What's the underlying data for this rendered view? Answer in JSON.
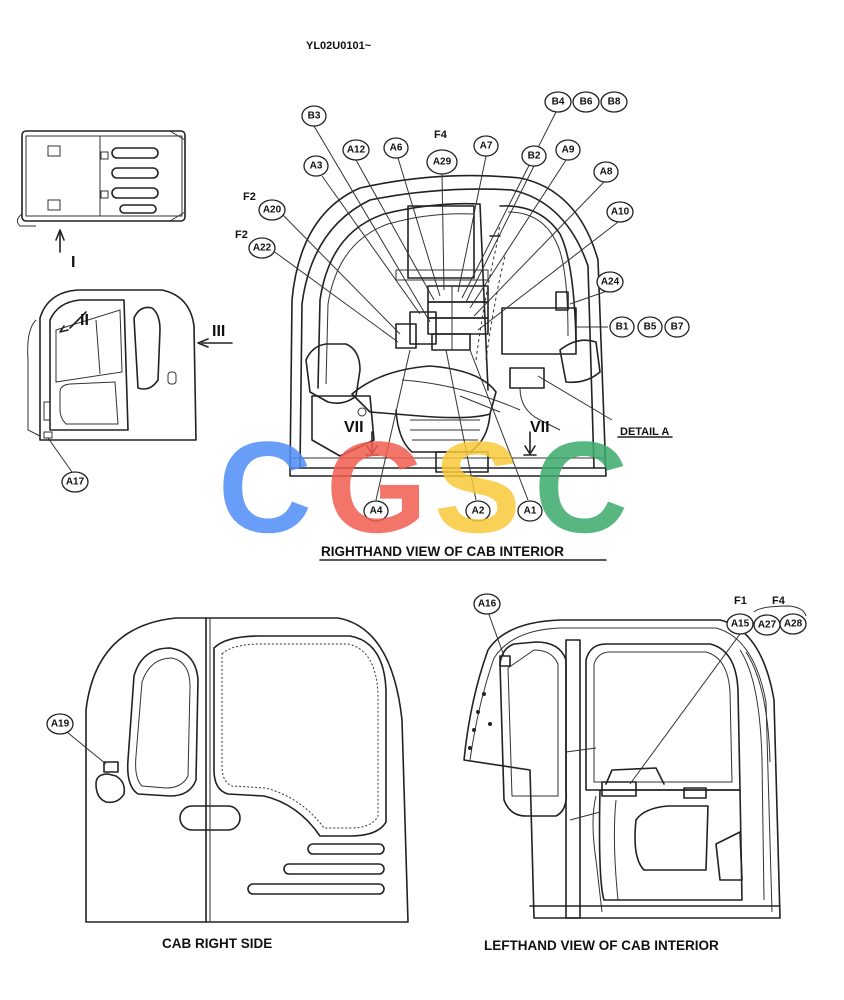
{
  "header": {
    "code": "YL02U0101~"
  },
  "captions": {
    "righthand_view": "RIGHTHAND VIEW OF CAB INTERIOR",
    "cab_right_side": "CAB RIGHT SIDE",
    "lefthand_view": "LEFTHAND VIEW OF CAB INTERIOR",
    "detail_a": "DETAIL A"
  },
  "view_markers": {
    "i": "I",
    "ii": "II",
    "iii": "III",
    "vii": "VII"
  },
  "fuse_labels": {
    "f1": "F1",
    "f2": "F2",
    "f4": "F4"
  },
  "callouts": {
    "A1": "A1",
    "A2": "A2",
    "A3": "A3",
    "A4": "A4",
    "A6": "A6",
    "A7": "A7",
    "A8": "A8",
    "A9": "A9",
    "A10": "A10",
    "A12": "A12",
    "A15": "A15",
    "A16": "A16",
    "A17": "A17",
    "A19": "A19",
    "A20": "A20",
    "A22": "A22",
    "A24": "A24",
    "A27": "A27",
    "A28": "A28",
    "A29": "A29",
    "B1": "B1",
    "B2": "B2",
    "B3": "B3",
    "B4": "B4",
    "B5": "B5",
    "B6": "B6",
    "B7": "B7",
    "B8": "B8"
  },
  "watermark": {
    "letters": [
      "C",
      "G",
      "S",
      "C"
    ],
    "colors": [
      "#4f8ef7",
      "#f25d50",
      "#f9c93a",
      "#3bab6a"
    ]
  }
}
